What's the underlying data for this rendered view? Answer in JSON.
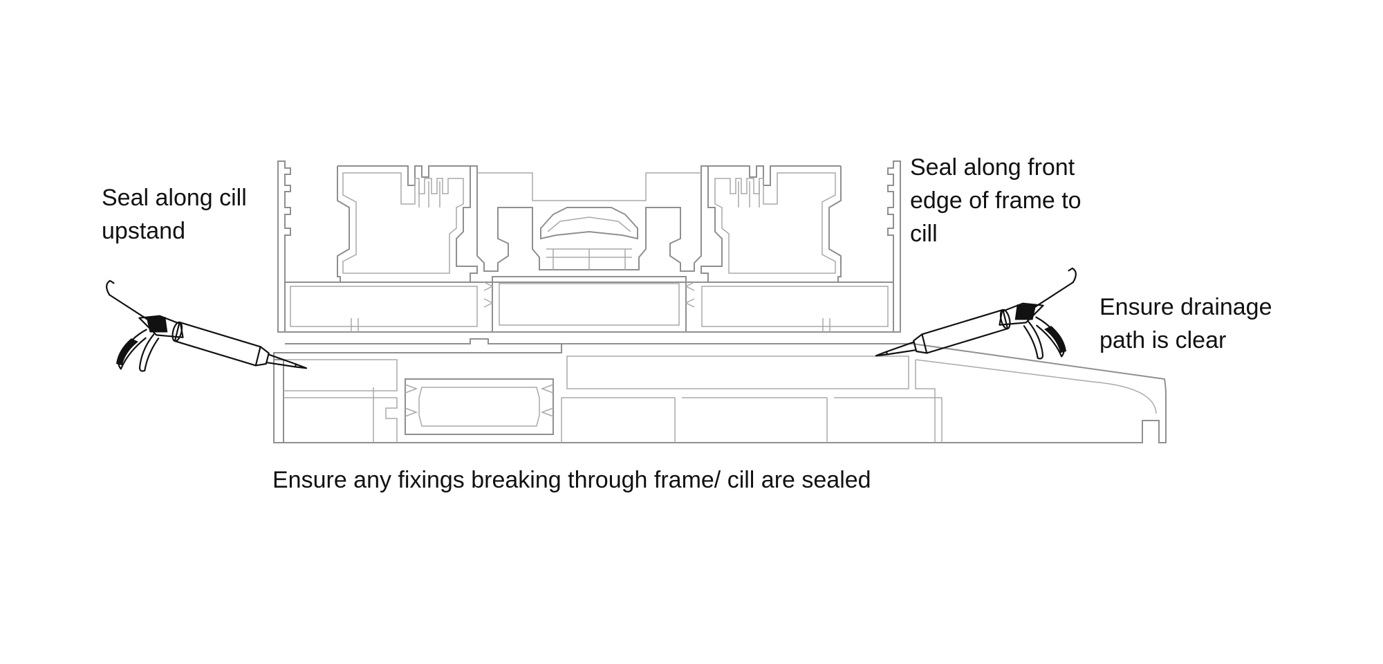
{
  "labels": {
    "seal_cill_upstand": [
      "Seal along cill",
      "upstand"
    ],
    "seal_front_edge": [
      "Seal along front",
      "edge of frame to",
      "cill"
    ],
    "ensure_drainage": [
      "Ensure drainage",
      "path is clear"
    ],
    "ensure_fixings": "Ensure any fixings breaking through frame/ cill are sealed"
  },
  "colors": {
    "profile_stroke": "#8f8f8f",
    "sealant_gun": "#111111",
    "text": "#111111"
  },
  "icons": {
    "left_tool": "sealant-gun-icon",
    "right_tool": "sealant-gun-icon"
  }
}
